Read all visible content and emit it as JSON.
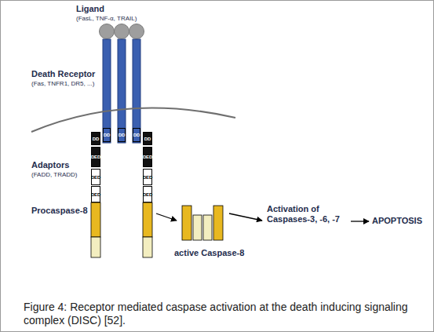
{
  "diagram": {
    "caption": "Figure 4: Receptor mediated caspase activation at the death inducing signaling complex (DISC) [52].",
    "nodes": [
      {
        "text": [
          "DD"
        ]
      },
      {
        "text": [
          "DD"
        ]
      },
      {
        "text": [
          "DD"
        ]
      },
      {
        "text": [
          "DD"
        ]
      },
      {
        "text": [
          "DD"
        ]
      },
      {
        "text": [
          "DED"
        ]
      },
      {
        "text": [
          "DED"
        ]
      },
      {
        "text": [
          "DED"
        ]
      },
      {
        "text": [
          "DED"
        ]
      },
      {
        "text": [
          "DED"
        ]
      },
      {
        "text": [
          "DED"
        ]
      }
    ],
    "labels": [
      "Ligand",
      "(FasL, TNF-α, TRAIL)",
      "Death Receptor",
      "(Fas, TNFR1, DR5, ...)",
      "Adaptors",
      "(FADD, TRADD)",
      "Procaspase-8",
      "active Caspase-8",
      "Activation of Caspases-3, -6, -7",
      "APOPTOSIS"
    ]
  }
}
